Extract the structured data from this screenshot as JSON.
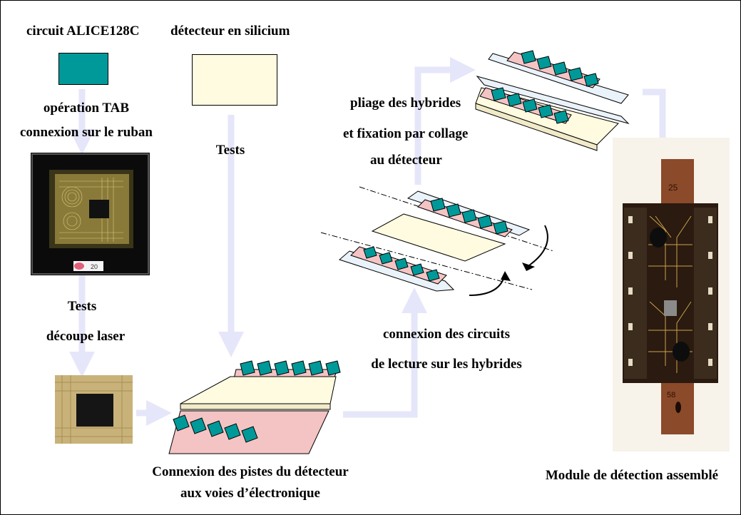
{
  "labels": {
    "circuit": "circuit ALICE128C",
    "detector": "détecteur en silicium",
    "tab_line1": "opération TAB",
    "tab_line2": "connexion sur le ruban",
    "tests_left": "Tests",
    "laser": "découpe laser",
    "tests_mid": "Tests",
    "fold_line1": "pliage des hybrides",
    "fold_line2": "et fixation par collage",
    "fold_line3": "au détecteur",
    "conn_circuits_line1": "connexion des circuits",
    "conn_circuits_line2": "de lecture sur les hybrides",
    "conn_strips_line1": "Connexion des pistes du détecteur",
    "conn_strips_line2": "aux voies d’électronique",
    "module": "Module de détection assemblé"
  },
  "photo_marks": {
    "chip_carrier_marking": "20",
    "module_top_marking": "25",
    "module_bottom_marking": "58"
  },
  "colors": {
    "arrow": "#e6e6fa",
    "chip": "#009999",
    "detector": "#fffbe0",
    "hybrid": "#f4c4c4",
    "tape": "#eaf2fa",
    "module_board": "#2a1a10",
    "flex_cable": "#8b4a2a"
  }
}
